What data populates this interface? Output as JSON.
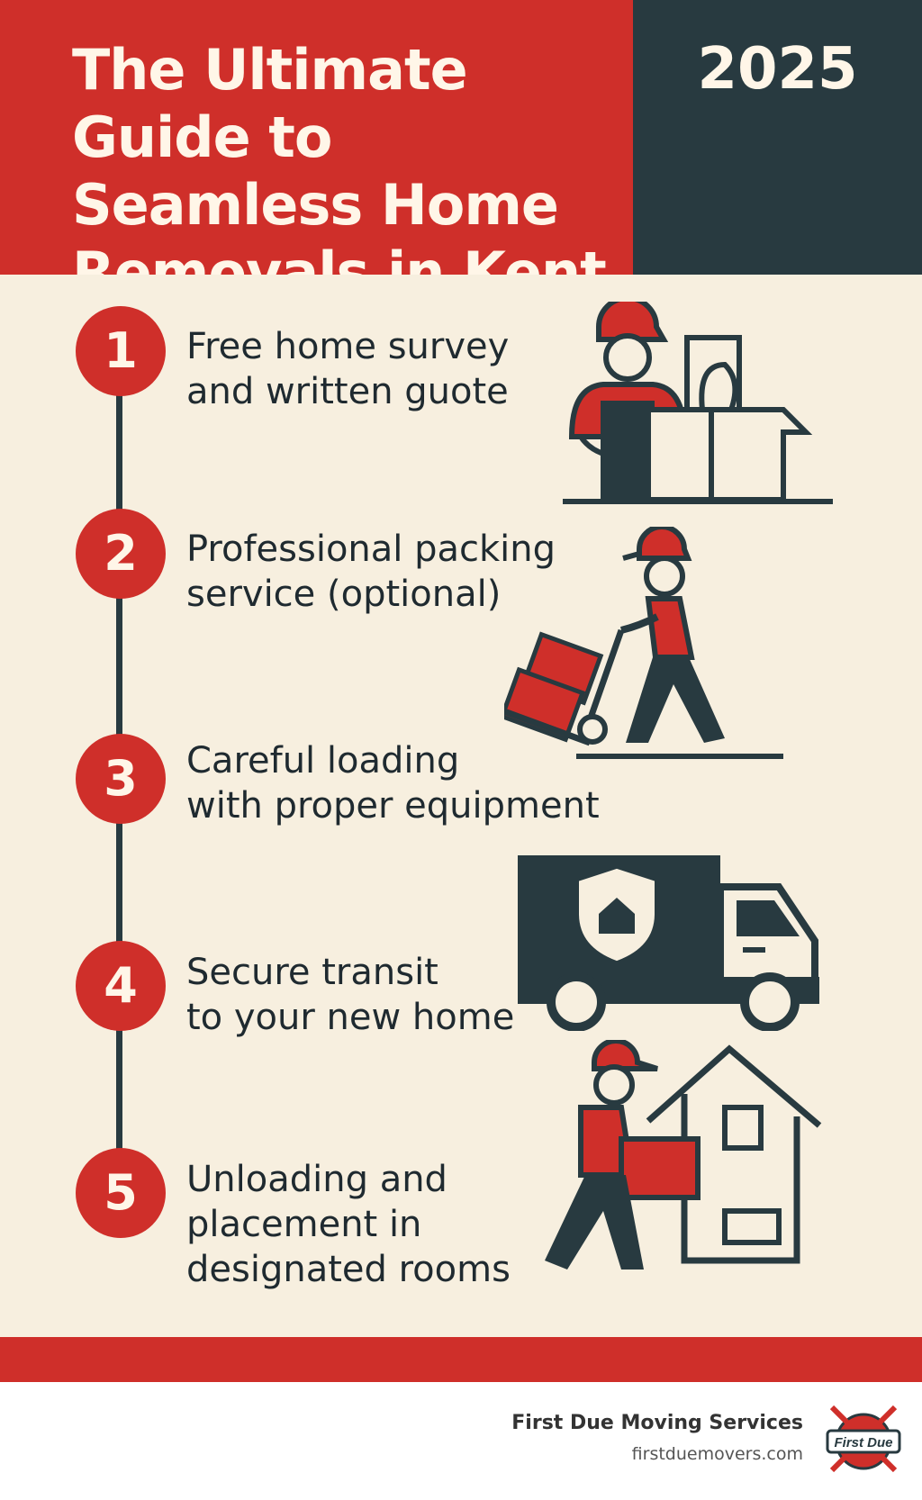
{
  "header": {
    "title": "The Ultimate Guide to Seamless Home Removals in Kent",
    "year": "2025"
  },
  "steps": [
    {
      "number": "1",
      "text": "Free home survey\nand written guote",
      "icon": "mover-with-box-icon"
    },
    {
      "number": "2",
      "text": "Professional packing\nservice (optional)",
      "icon": "mover-with-hand-truck-icon"
    },
    {
      "number": "3",
      "text": "Careful loading\nwith proper equipment",
      "icon": "hand-truck-icon"
    },
    {
      "number": "4",
      "text": "Secure transit\nto your new home",
      "icon": "moving-truck-icon"
    },
    {
      "number": "5",
      "text": "Unloading and\nplacement in\ndesignated rooms",
      "icon": "mover-entering-house-icon"
    }
  ],
  "footer": {
    "company": "First Due Moving Services",
    "website": "firstduemovers.com",
    "logo_text": "First Due"
  },
  "colors": {
    "accent_red": "#cf2f2a",
    "dark": "#283a40",
    "background": "#f7efdf"
  }
}
